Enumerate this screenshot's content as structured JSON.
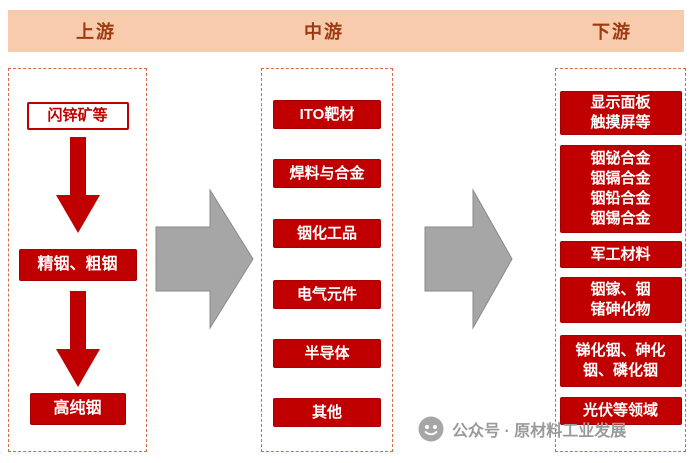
{
  "diagram": {
    "title": "industry-chain-upstream-midstream-downstream",
    "header": {
      "columns": [
        "上游",
        "中游",
        "下游"
      ]
    },
    "upstream": {
      "source": "闪锌矿等",
      "stages": [
        "精铟、粗铟",
        "高纯铟"
      ]
    },
    "midstream": {
      "items": [
        "ITO靶材",
        "焊料与合金",
        "铟化工品",
        "电气元件",
        "半导体",
        "其他"
      ]
    },
    "downstream": {
      "items": [
        "显示面板\n触摸屏等",
        "铟铋合金\n铟镉合金\n铟铅合金\n铟锡合金",
        "军工材料",
        "铟镓、铟\n锗砷化物",
        "锑化铟、砷化\n铟、磷化铟",
        "光伏等领域"
      ]
    }
  },
  "watermark": {
    "icon": "wechat-official-account-logo",
    "text": "公众号 · 原材料工业发展"
  },
  "colors": {
    "header_bg": "#F8CBAD",
    "header_text": "#9C3A12",
    "box_red": "#C00000",
    "arrow_red": "#C00000",
    "dashed_border": "#D4694A",
    "gray_arrow": "#A6A6A6",
    "watermark_gray": "#9a9a9a"
  }
}
